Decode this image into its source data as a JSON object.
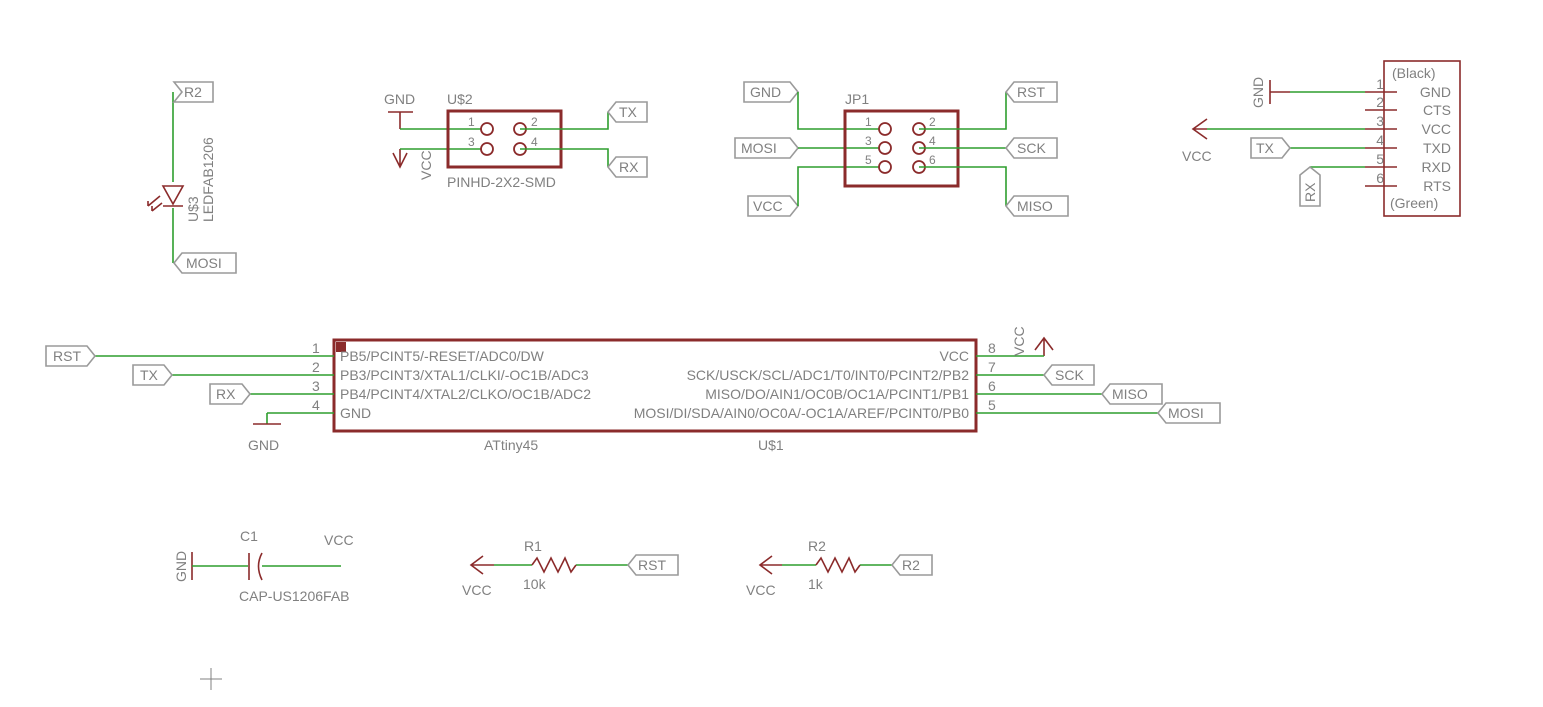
{
  "colors": {
    "wire": "#2e9e2e",
    "symbol": "#8b2b2b",
    "label": "#808080",
    "background": "#ffffff"
  },
  "led": {
    "name": "U$3",
    "value": "LEDFAB1206",
    "anode_label": "R2",
    "cathode_label": "MOSI"
  },
  "header_u2": {
    "name": "U$2",
    "value": "PINHD-2X2-SMD",
    "left_top_net": "GND",
    "left_bottom_net": "VCC",
    "right_top_net": "TX",
    "right_bottom_net": "RX",
    "pins": [
      "1",
      "2",
      "3",
      "4"
    ]
  },
  "jp1": {
    "name": "JP1",
    "left_nets": [
      "GND",
      "MOSI",
      "VCC"
    ],
    "right_nets": [
      "RST",
      "SCK",
      "MISO"
    ],
    "pins": [
      "1",
      "2",
      "3",
      "4",
      "5",
      "6"
    ]
  },
  "ftdi": {
    "top_label": "(Black)",
    "bottom_label": "(Green)",
    "pins": [
      {
        "num": "1",
        "name": "GND"
      },
      {
        "num": "2",
        "name": "CTS"
      },
      {
        "num": "3",
        "name": "VCC"
      },
      {
        "num": "4",
        "name": "TXD"
      },
      {
        "num": "5",
        "name": "RXD"
      },
      {
        "num": "6",
        "name": "RTS"
      }
    ],
    "gnd_label": "GND",
    "vcc_label": "VCC",
    "tx_label": "TX",
    "rx_label": "RX"
  },
  "mcu": {
    "name": "U$1",
    "value": "ATtiny45",
    "left_pins": [
      {
        "num": "1",
        "name": "PB5/PCINT5/-RESET/ADC0/DW",
        "net": "RST"
      },
      {
        "num": "2",
        "name": "PB3/PCINT3/XTAL1/CLKI/-OC1B/ADC3",
        "net": "TX"
      },
      {
        "num": "3",
        "name": "PB4/PCINT4/XTAL2/CLKO/OC1B/ADC2",
        "net": "RX"
      },
      {
        "num": "4",
        "name": "GND",
        "net": "GND"
      }
    ],
    "right_pins": [
      {
        "num": "8",
        "name": "VCC",
        "net": "VCC"
      },
      {
        "num": "7",
        "name": "SCK/USCK/SCL/ADC1/T0/INT0/PCINT2/PB2",
        "net": "SCK"
      },
      {
        "num": "6",
        "name": "MISO/DO/AIN1/OC0B/OC1A/PCINT1/PB1",
        "net": "MISO"
      },
      {
        "num": "5",
        "name": "MOSI/DI/SDA/AIN0/OC0A/-OC1A/AREF/PCINT0/PB0",
        "net": "MOSI"
      }
    ]
  },
  "cap": {
    "name": "C1",
    "value": "CAP-US1206FAB",
    "left_net": "GND",
    "right_net": "VCC"
  },
  "r1": {
    "name": "R1",
    "value": "10k",
    "left_net": "VCC",
    "right_net": "RST"
  },
  "r2": {
    "name": "R2",
    "value": "1k",
    "left_net": "VCC",
    "right_net": "R2"
  }
}
